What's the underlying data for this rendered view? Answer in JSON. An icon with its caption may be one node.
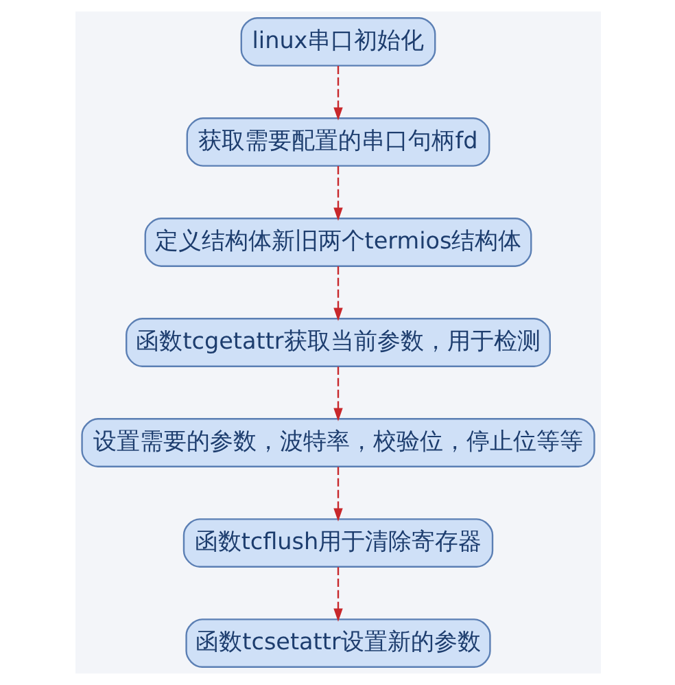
{
  "diagram": {
    "nodes": [
      {
        "text": [
          "linux串口初始化"
        ]
      },
      {
        "text": [
          "获取需要配置的串口句柄fd"
        ]
      },
      {
        "text": [
          "定义结构体新旧两个termios结构体"
        ]
      },
      {
        "text": [
          "函数tcgetattr获取当前参数，用于检测"
        ]
      },
      {
        "text": [
          "设置需要的参数，波特率，校验位，停止位等等"
        ]
      },
      {
        "text": [
          "函数tcflush用于清除寄存器"
        ]
      },
      {
        "text": [
          "函数tcsetattr设置新的参数"
        ]
      }
    ],
    "edges": [
      {
        "from": 0,
        "to": 1,
        "arrow": "to",
        "style": "dashed"
      },
      {
        "from": 1,
        "to": 2,
        "arrow": "to",
        "style": "dashed"
      },
      {
        "from": 2,
        "to": 3,
        "arrow": "to",
        "style": "dashed"
      },
      {
        "from": 3,
        "to": 4,
        "arrow": "to",
        "style": "dashed"
      },
      {
        "from": 4,
        "to": 5,
        "arrow": "to",
        "style": "dashed"
      },
      {
        "from": 5,
        "to": 6,
        "arrow": "to",
        "style": "dashed"
      }
    ]
  }
}
